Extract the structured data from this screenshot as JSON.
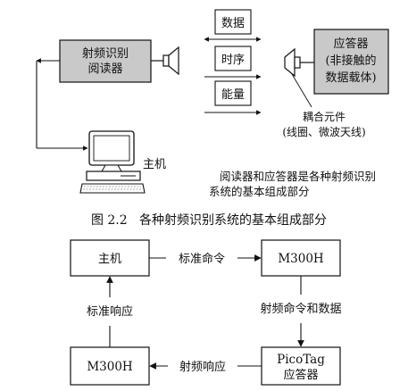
{
  "top": {
    "reader_line1": "射频识别",
    "reader_line2": "阅读器",
    "signal_data": "数据",
    "signal_timing": "时序",
    "signal_energy": "能量",
    "transponder_line1": "应答器",
    "transponder_line2": "(非接触的",
    "transponder_line3": "数据载体)",
    "coupling_line1": "耦合元件",
    "coupling_line2": "(线圈、微波天线)",
    "host_label": "主机",
    "note_line1": "阅读器和应答器是各种射频识别",
    "note_line2": "系统的基本组成部分",
    "caption": "图 2.2   各种射频识别系统的基本组成部分"
  },
  "bottom": {
    "host": "主机",
    "m300h_top": "M300H",
    "m300h_bottom": "M300H",
    "picotag_line1": "PicoTag",
    "picotag_line2": "应答器",
    "label_std_cmd": "标准命令",
    "label_rf_cmd_data": "射频命令和数据",
    "label_rf_response": "射频响应",
    "label_std_response": "标准响应"
  }
}
